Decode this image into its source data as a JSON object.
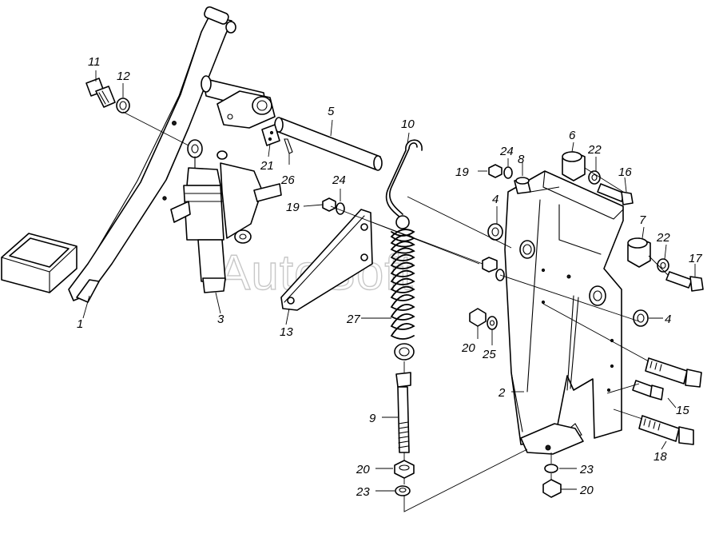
{
  "watermark": "AutoSoft",
  "callouts": [
    {
      "id": "1",
      "label": "1"
    },
    {
      "id": "2",
      "label": "2"
    },
    {
      "id": "3",
      "label": "3"
    },
    {
      "id": "4a",
      "label": "4"
    },
    {
      "id": "4b",
      "label": "4"
    },
    {
      "id": "5",
      "label": "5"
    },
    {
      "id": "6",
      "label": "6"
    },
    {
      "id": "7",
      "label": "7"
    },
    {
      "id": "8",
      "label": "8"
    },
    {
      "id": "9",
      "label": "9"
    },
    {
      "id": "10",
      "label": "10"
    },
    {
      "id": "11",
      "label": "11"
    },
    {
      "id": "12",
      "label": "12"
    },
    {
      "id": "13",
      "label": "13"
    },
    {
      "id": "15",
      "label": "15"
    },
    {
      "id": "16",
      "label": "16"
    },
    {
      "id": "17",
      "label": "17"
    },
    {
      "id": "18",
      "label": "18"
    },
    {
      "id": "19a",
      "label": "19"
    },
    {
      "id": "19b",
      "label": "19"
    },
    {
      "id": "20a",
      "label": "20"
    },
    {
      "id": "20b",
      "label": "20"
    },
    {
      "id": "20c",
      "label": "20"
    },
    {
      "id": "21",
      "label": "21"
    },
    {
      "id": "22a",
      "label": "22"
    },
    {
      "id": "22b",
      "label": "22"
    },
    {
      "id": "23a",
      "label": "23"
    },
    {
      "id": "23b",
      "label": "23"
    },
    {
      "id": "24a",
      "label": "24"
    },
    {
      "id": "24b",
      "label": "24"
    },
    {
      "id": "25",
      "label": "25"
    },
    {
      "id": "26",
      "label": "26"
    },
    {
      "id": "27",
      "label": "27"
    }
  ]
}
